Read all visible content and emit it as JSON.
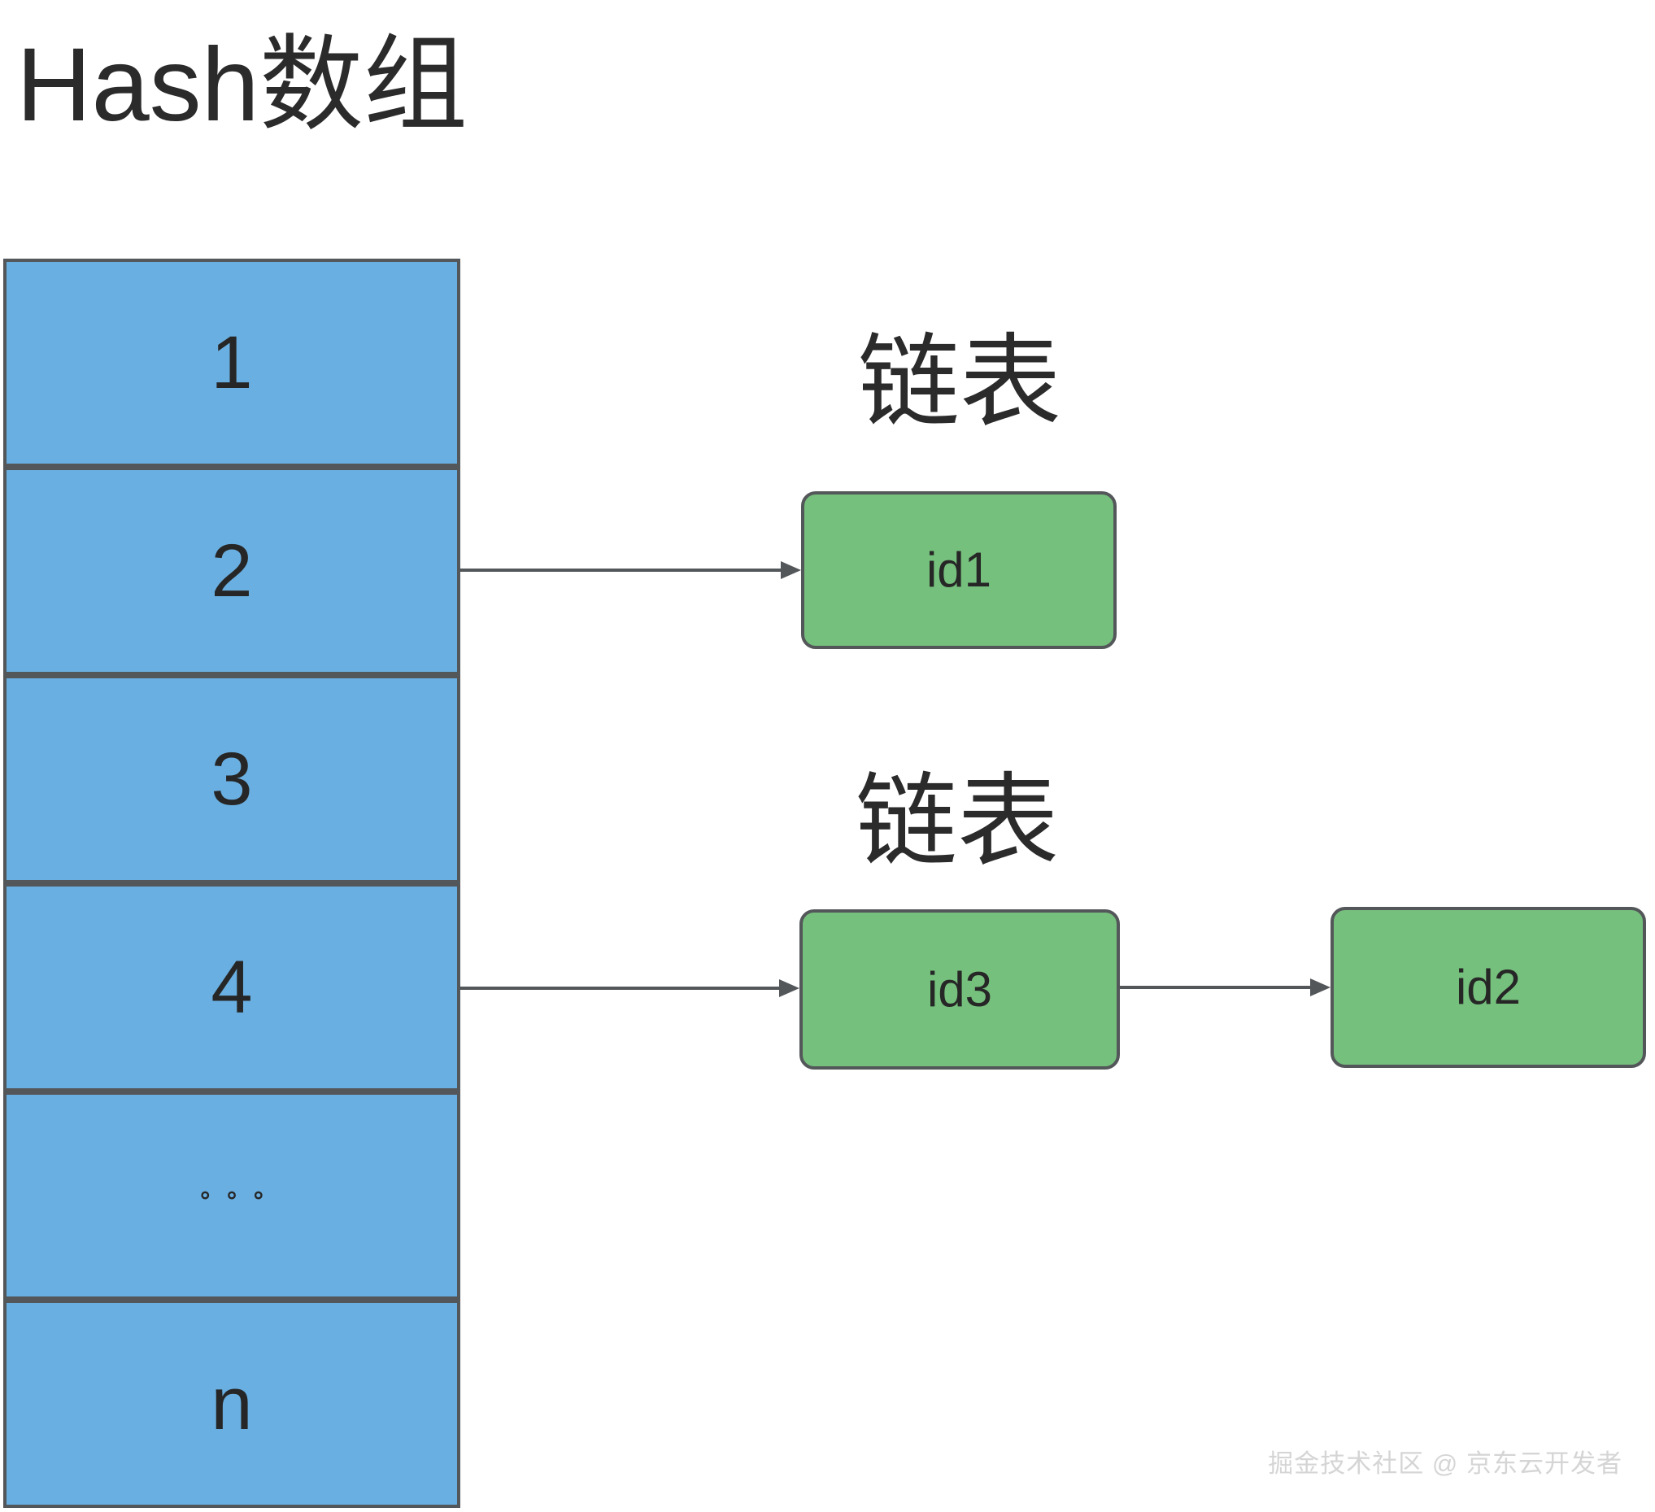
{
  "title": "Hash数组",
  "hash_array": {
    "cells": [
      "1",
      "2",
      "3",
      "4",
      "∘∘∘",
      "n"
    ]
  },
  "linked_lists": [
    {
      "label": "链表",
      "source_cell": "2",
      "nodes": [
        "id1"
      ]
    },
    {
      "label": "链表",
      "source_cell": "4",
      "nodes": [
        "id3",
        "id2"
      ]
    }
  ],
  "watermark": "掘金技术社区 @ 京东云开发者",
  "colors": {
    "background": "#FFFFFF",
    "array_fill": "#69AFE1",
    "node_fill": "#76C07D",
    "stroke": "#54575A",
    "text": "#2B2B2B",
    "label_text": "#262626",
    "watermark": "#D5D5D5"
  }
}
